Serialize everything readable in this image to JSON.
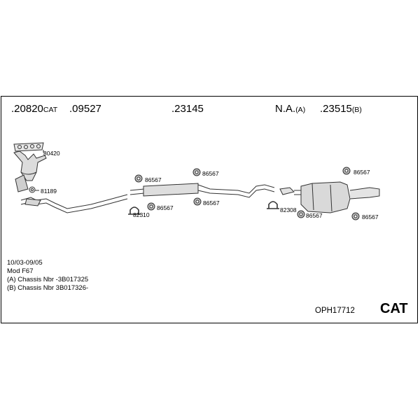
{
  "header": [
    {
      "main": ".20820",
      "suffix": "CAT"
    },
    {
      "main": ".09527",
      "suffix": ""
    },
    {
      "main": ".23145",
      "suffix": ""
    },
    {
      "main": "N.A.",
      "suffix": "(A)"
    },
    {
      "main": ".23515",
      "suffix": "(B)"
    }
  ],
  "parts": {
    "p80420": "80420",
    "p81189": "81189",
    "p86567a": "86567",
    "p82310": "82310",
    "p86567b": "86567",
    "p86567c": "86567",
    "p86567d": "86567",
    "p82308": "82308",
    "p86567e": "86567",
    "p86567f": "86567",
    "p86567g": "86567"
  },
  "notes": [
    "10/03-09/05",
    "Mod F67",
    "(A) Chassis Nbr -3B017325",
    "(B) Chassis Nbr 3B017326-"
  ],
  "reference": "OPH17712",
  "category": "CAT"
}
